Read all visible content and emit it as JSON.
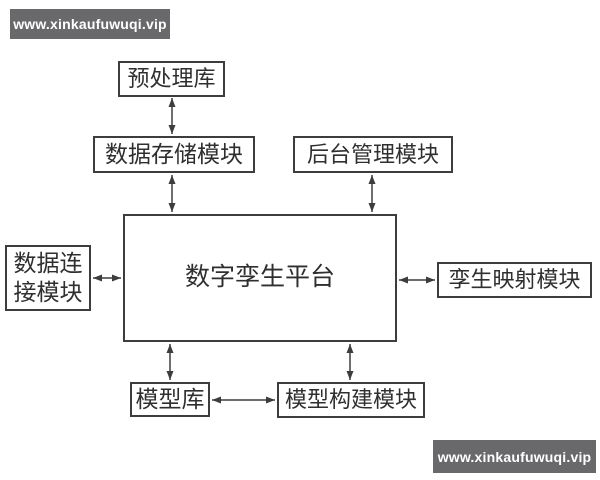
{
  "watermarks": {
    "top_left": "www.xinkaufuwuqi.vip",
    "bottom_right": "www.xinkaufuwuqi.vip"
  },
  "diagram": {
    "nodes": {
      "preprocessing_library": {
        "label": "预处理库"
      },
      "data_storage_module": {
        "label": "数据存储模块"
      },
      "backend_management_module": {
        "label": "后台管理模块"
      },
      "data_connection_module": {
        "label": "数据连接模块",
        "line1": "数据连",
        "line2": "接模块"
      },
      "digital_twin_platform": {
        "label": "数字孪生平台"
      },
      "twin_mapping_module": {
        "label": "孪生映射模块"
      },
      "model_library": {
        "label": "模型库"
      },
      "model_building_module": {
        "label": "模型构建模块"
      }
    },
    "edges": [
      {
        "from": "预处理库",
        "to": "数据存储模块",
        "direction": "bidirectional"
      },
      {
        "from": "数据存储模块",
        "to": "数字孪生平台",
        "direction": "bidirectional"
      },
      {
        "from": "后台管理模块",
        "to": "数字孪生平台",
        "direction": "bidirectional"
      },
      {
        "from": "数据连接模块",
        "to": "数字孪生平台",
        "direction": "bidirectional"
      },
      {
        "from": "数字孪生平台",
        "to": "孪生映射模块",
        "direction": "bidirectional"
      },
      {
        "from": "数字孪生平台",
        "to": "模型库",
        "direction": "bidirectional"
      },
      {
        "from": "数字孪生平台",
        "to": "模型构建模块",
        "direction": "bidirectional"
      },
      {
        "from": "模型库",
        "to": "模型构建模块",
        "direction": "bidirectional"
      }
    ]
  },
  "colors": {
    "background": "#ffffff",
    "box_border": "#3d3d3d",
    "box_text": "#2f2f2f",
    "arrow": "#3d3d3d",
    "banner_bg": "#69696b",
    "banner_text": "#ffffff"
  }
}
